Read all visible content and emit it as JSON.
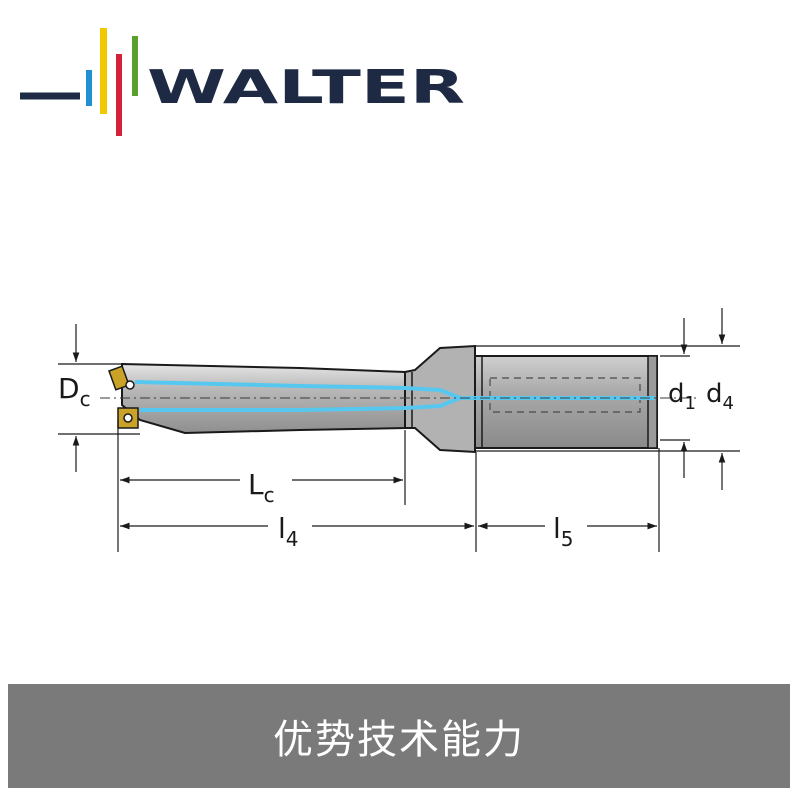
{
  "brand": {
    "name": "WALTER",
    "colors": {
      "dark": "#1e2a44",
      "yellow": "#f2c800",
      "blue": "#1f8fd6",
      "green": "#5aa02c",
      "red": "#d3213a"
    }
  },
  "diagram": {
    "coolant_color": "#56c8ef",
    "labels": {
      "dc_main": "D",
      "dc_sub": "c",
      "lc_main": "L",
      "lc_sub": "c",
      "l4_main": "l",
      "l4_sub": "4",
      "l5_main": "l",
      "l5_sub": "5",
      "d1_main": "d",
      "d1_sub": "1",
      "d4_main": "d",
      "d4_sub": "4"
    }
  },
  "banner": {
    "text": "优势技术能力",
    "background": "#7a7a7a"
  }
}
